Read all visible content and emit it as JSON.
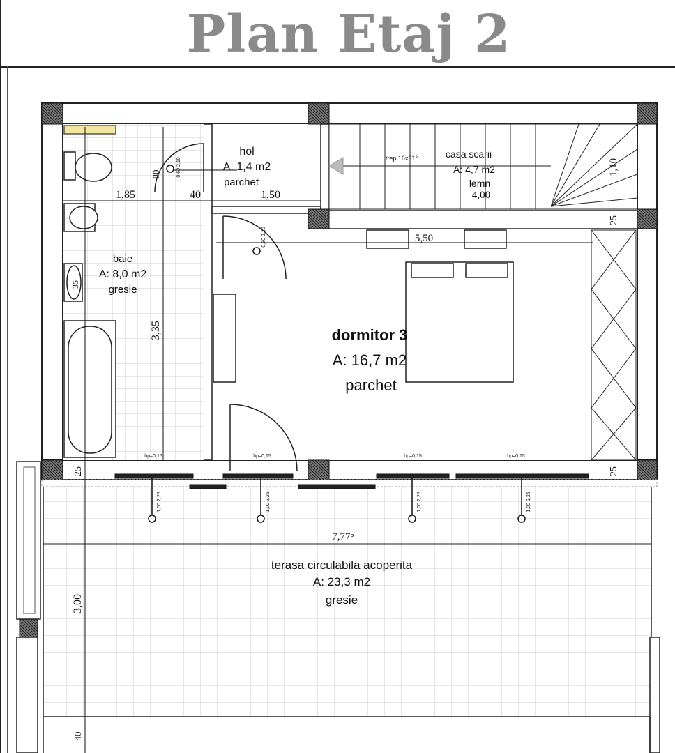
{
  "title": "Plan Etaj 2",
  "rooms": {
    "hol": {
      "name": "hol",
      "area": "A: 1,4 m2",
      "floor": "parchet"
    },
    "casa_scarii": {
      "name": "casa scarii",
      "area": "A: 4,7 m2",
      "floor": "lemn",
      "stair_note": "trep.16x31°"
    },
    "baie": {
      "name": "baie",
      "area": "A: 8,0 m2",
      "floor": "gresie"
    },
    "dormitor": {
      "name": "dormitor 3",
      "area": "A: 16,7 m2",
      "floor": "parchet"
    },
    "terasa": {
      "name": "terasa circulabila acoperita",
      "area": "A: 23,3 m2",
      "floor": "gresie"
    }
  },
  "dimensions": {
    "d185": "1,85",
    "d40": "40",
    "d150": "1,50",
    "d400": "4,00",
    "d550": "5,50",
    "d335": "3,35",
    "d777": "7,77⁵",
    "d300": "3,00",
    "d110": "1,10",
    "d25a": "25",
    "d25b": "25",
    "d25c": "25",
    "d80": "80",
    "d40b": "40",
    "d35": "35"
  },
  "window_labels": [
    "hp=0,15",
    "hp=0,15",
    "hp=0,15",
    "hp=0,15"
  ],
  "window_codes": [
    "1,00 2,25",
    "1,00 2,25",
    "1,00 2,25",
    "1,00 2,25"
  ],
  "door_codes": [
    "0,60 2,10",
    "0,80 2,10"
  ]
}
